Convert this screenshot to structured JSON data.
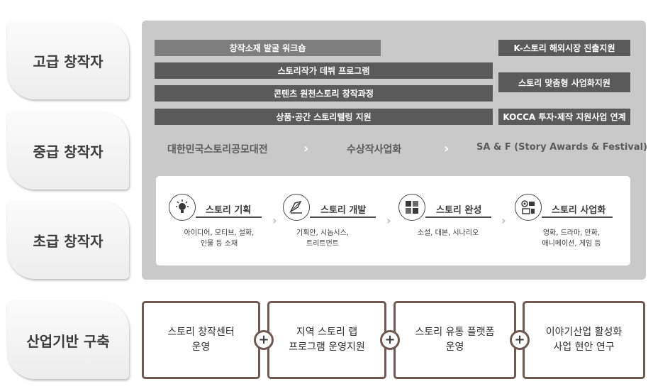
{
  "tiers": [
    "고급 창작자",
    "중급 창작자",
    "초급 창작자",
    "산업기반 구축"
  ],
  "advanced": {
    "left_bars": [
      "창작소재 발굴 워크숍",
      "스토리작가 데뷔 프로그램",
      "콘텐츠 원천스토리 창작과정",
      "상품·공간 스토리텔링 지원"
    ],
    "right_bars": [
      "K-스토리 해외시장 진출지원",
      "스토리 맞춤형 사업화지원",
      "KOCCA 투자·제작 지원사업 연계"
    ]
  },
  "intermediate": {
    "steps": [
      "대한민국스토리공모대전",
      "수상작사업화",
      "SA & F  (Story Awards & Festival)"
    ],
    "arrow": "›"
  },
  "beginner": {
    "stages": [
      {
        "title": "스토리 기획",
        "desc": "아이디어, 모티브, 설화,\n인물 등 소재",
        "icon": "lightbulb-icon"
      },
      {
        "title": "스토리 개발",
        "desc": "기획안, 시놉시스,\n트리트먼트",
        "icon": "quill-pen-icon"
      },
      {
        "title": "스토리 완성",
        "desc": "소설, 대본, 시나리오",
        "icon": "puzzle-icon"
      },
      {
        "title": "스토리 사업화",
        "desc": "영화, 드라마, 만화,\n애니메이션, 게임 등",
        "icon": "film-camera-icon"
      }
    ],
    "arrow": "›"
  },
  "industry": {
    "boxes": [
      "스토리 창작센터\n운영",
      "지역 스토리 랩\n프로그램 운영지원",
      "스토리 유통 플랫폼\n운영",
      "이야기산업 활성화\n사업 현안 연구"
    ],
    "plus": "+"
  },
  "colors": {
    "panel": "#c9c9c9",
    "bar_light": "#7e7e7e",
    "bar_dark": "#5a5a5a",
    "box_border": "#6e5a52"
  }
}
